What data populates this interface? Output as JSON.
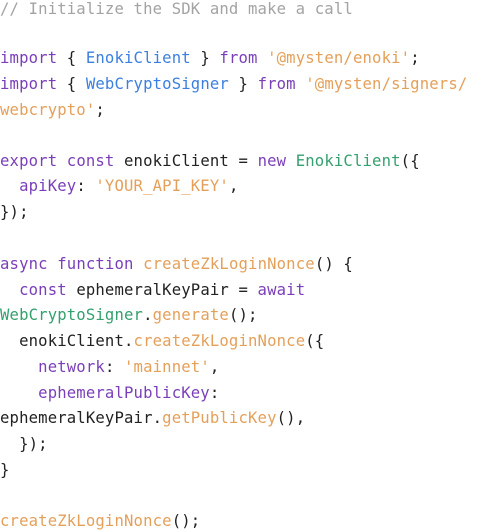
{
  "colors": {
    "background": "#ffffff",
    "comment": "#a3a3a3",
    "keyword": "#7a3fb8",
    "identifier_blue": "#3b7fe0",
    "string": "#e4a05a",
    "text": "#222222",
    "class_green": "#34a06e"
  },
  "code": {
    "lines": [
      [
        {
          "t": "// Initialize the SDK and make a call",
          "c": "comment"
        }
      ],
      [],
      [
        {
          "t": "import",
          "c": "kw"
        },
        {
          "t": " { ",
          "c": "plain"
        },
        {
          "t": "EnokiClient",
          "c": "fn"
        },
        {
          "t": " } ",
          "c": "plain"
        },
        {
          "t": "from",
          "c": "kw"
        },
        {
          "t": " ",
          "c": "plain"
        },
        {
          "t": "'@mysten/enoki'",
          "c": "str"
        },
        {
          "t": ";",
          "c": "plain"
        }
      ],
      [
        {
          "t": "import",
          "c": "kw"
        },
        {
          "t": " { ",
          "c": "plain"
        },
        {
          "t": "WebCryptoSigner",
          "c": "fn"
        },
        {
          "t": " } ",
          "c": "plain"
        },
        {
          "t": "from",
          "c": "kw"
        },
        {
          "t": " ",
          "c": "plain"
        },
        {
          "t": "'@mysten/signers/",
          "c": "str"
        }
      ],
      [
        {
          "t": "webcrypto'",
          "c": "str"
        },
        {
          "t": ";",
          "c": "plain"
        }
      ],
      [],
      [
        {
          "t": "export",
          "c": "kw"
        },
        {
          "t": " ",
          "c": "plain"
        },
        {
          "t": "const",
          "c": "kw"
        },
        {
          "t": " enokiClient = ",
          "c": "plain"
        },
        {
          "t": "new",
          "c": "kw"
        },
        {
          "t": " ",
          "c": "plain"
        },
        {
          "t": "EnokiClient",
          "c": "green"
        },
        {
          "t": "({",
          "c": "plain"
        }
      ],
      [
        {
          "t": "  ",
          "c": "plain"
        },
        {
          "t": "apiKey",
          "c": "prop"
        },
        {
          "t": ": ",
          "c": "plain"
        },
        {
          "t": "'YOUR_API_KEY'",
          "c": "str"
        },
        {
          "t": ",",
          "c": "plain"
        }
      ],
      [
        {
          "t": "});",
          "c": "plain"
        }
      ],
      [],
      [
        {
          "t": "async",
          "c": "kw"
        },
        {
          "t": " ",
          "c": "plain"
        },
        {
          "t": "function",
          "c": "kw"
        },
        {
          "t": " ",
          "c": "plain"
        },
        {
          "t": "createZkLoginNonce",
          "c": "str"
        },
        {
          "t": "() {",
          "c": "plain"
        }
      ],
      [
        {
          "t": "  ",
          "c": "plain"
        },
        {
          "t": "const",
          "c": "kw"
        },
        {
          "t": " ephemeralKeyPair = ",
          "c": "plain"
        },
        {
          "t": "await",
          "c": "kw"
        }
      ],
      [
        {
          "t": "WebCryptoSigner",
          "c": "green"
        },
        {
          "t": ".",
          "c": "plain"
        },
        {
          "t": "generate",
          "c": "str"
        },
        {
          "t": "();",
          "c": "plain"
        }
      ],
      [
        {
          "t": "  enokiClient.",
          "c": "plain"
        },
        {
          "t": "createZkLoginNonce",
          "c": "str"
        },
        {
          "t": "({",
          "c": "plain"
        }
      ],
      [
        {
          "t": "    ",
          "c": "plain"
        },
        {
          "t": "network",
          "c": "prop"
        },
        {
          "t": ": ",
          "c": "plain"
        },
        {
          "t": "'mainnet'",
          "c": "str"
        },
        {
          "t": ",",
          "c": "plain"
        }
      ],
      [
        {
          "t": "    ",
          "c": "plain"
        },
        {
          "t": "ephemeralPublicKey",
          "c": "prop"
        },
        {
          "t": ":",
          "c": "plain"
        }
      ],
      [
        {
          "t": "ephemeralKeyPair.",
          "c": "plain"
        },
        {
          "t": "getPublicKey",
          "c": "str"
        },
        {
          "t": "(),",
          "c": "plain"
        }
      ],
      [
        {
          "t": "  });",
          "c": "plain"
        }
      ],
      [
        {
          "t": "}",
          "c": "plain"
        }
      ],
      [],
      [
        {
          "t": "createZkLoginNonce",
          "c": "str"
        },
        {
          "t": "();",
          "c": "plain"
        }
      ]
    ]
  }
}
